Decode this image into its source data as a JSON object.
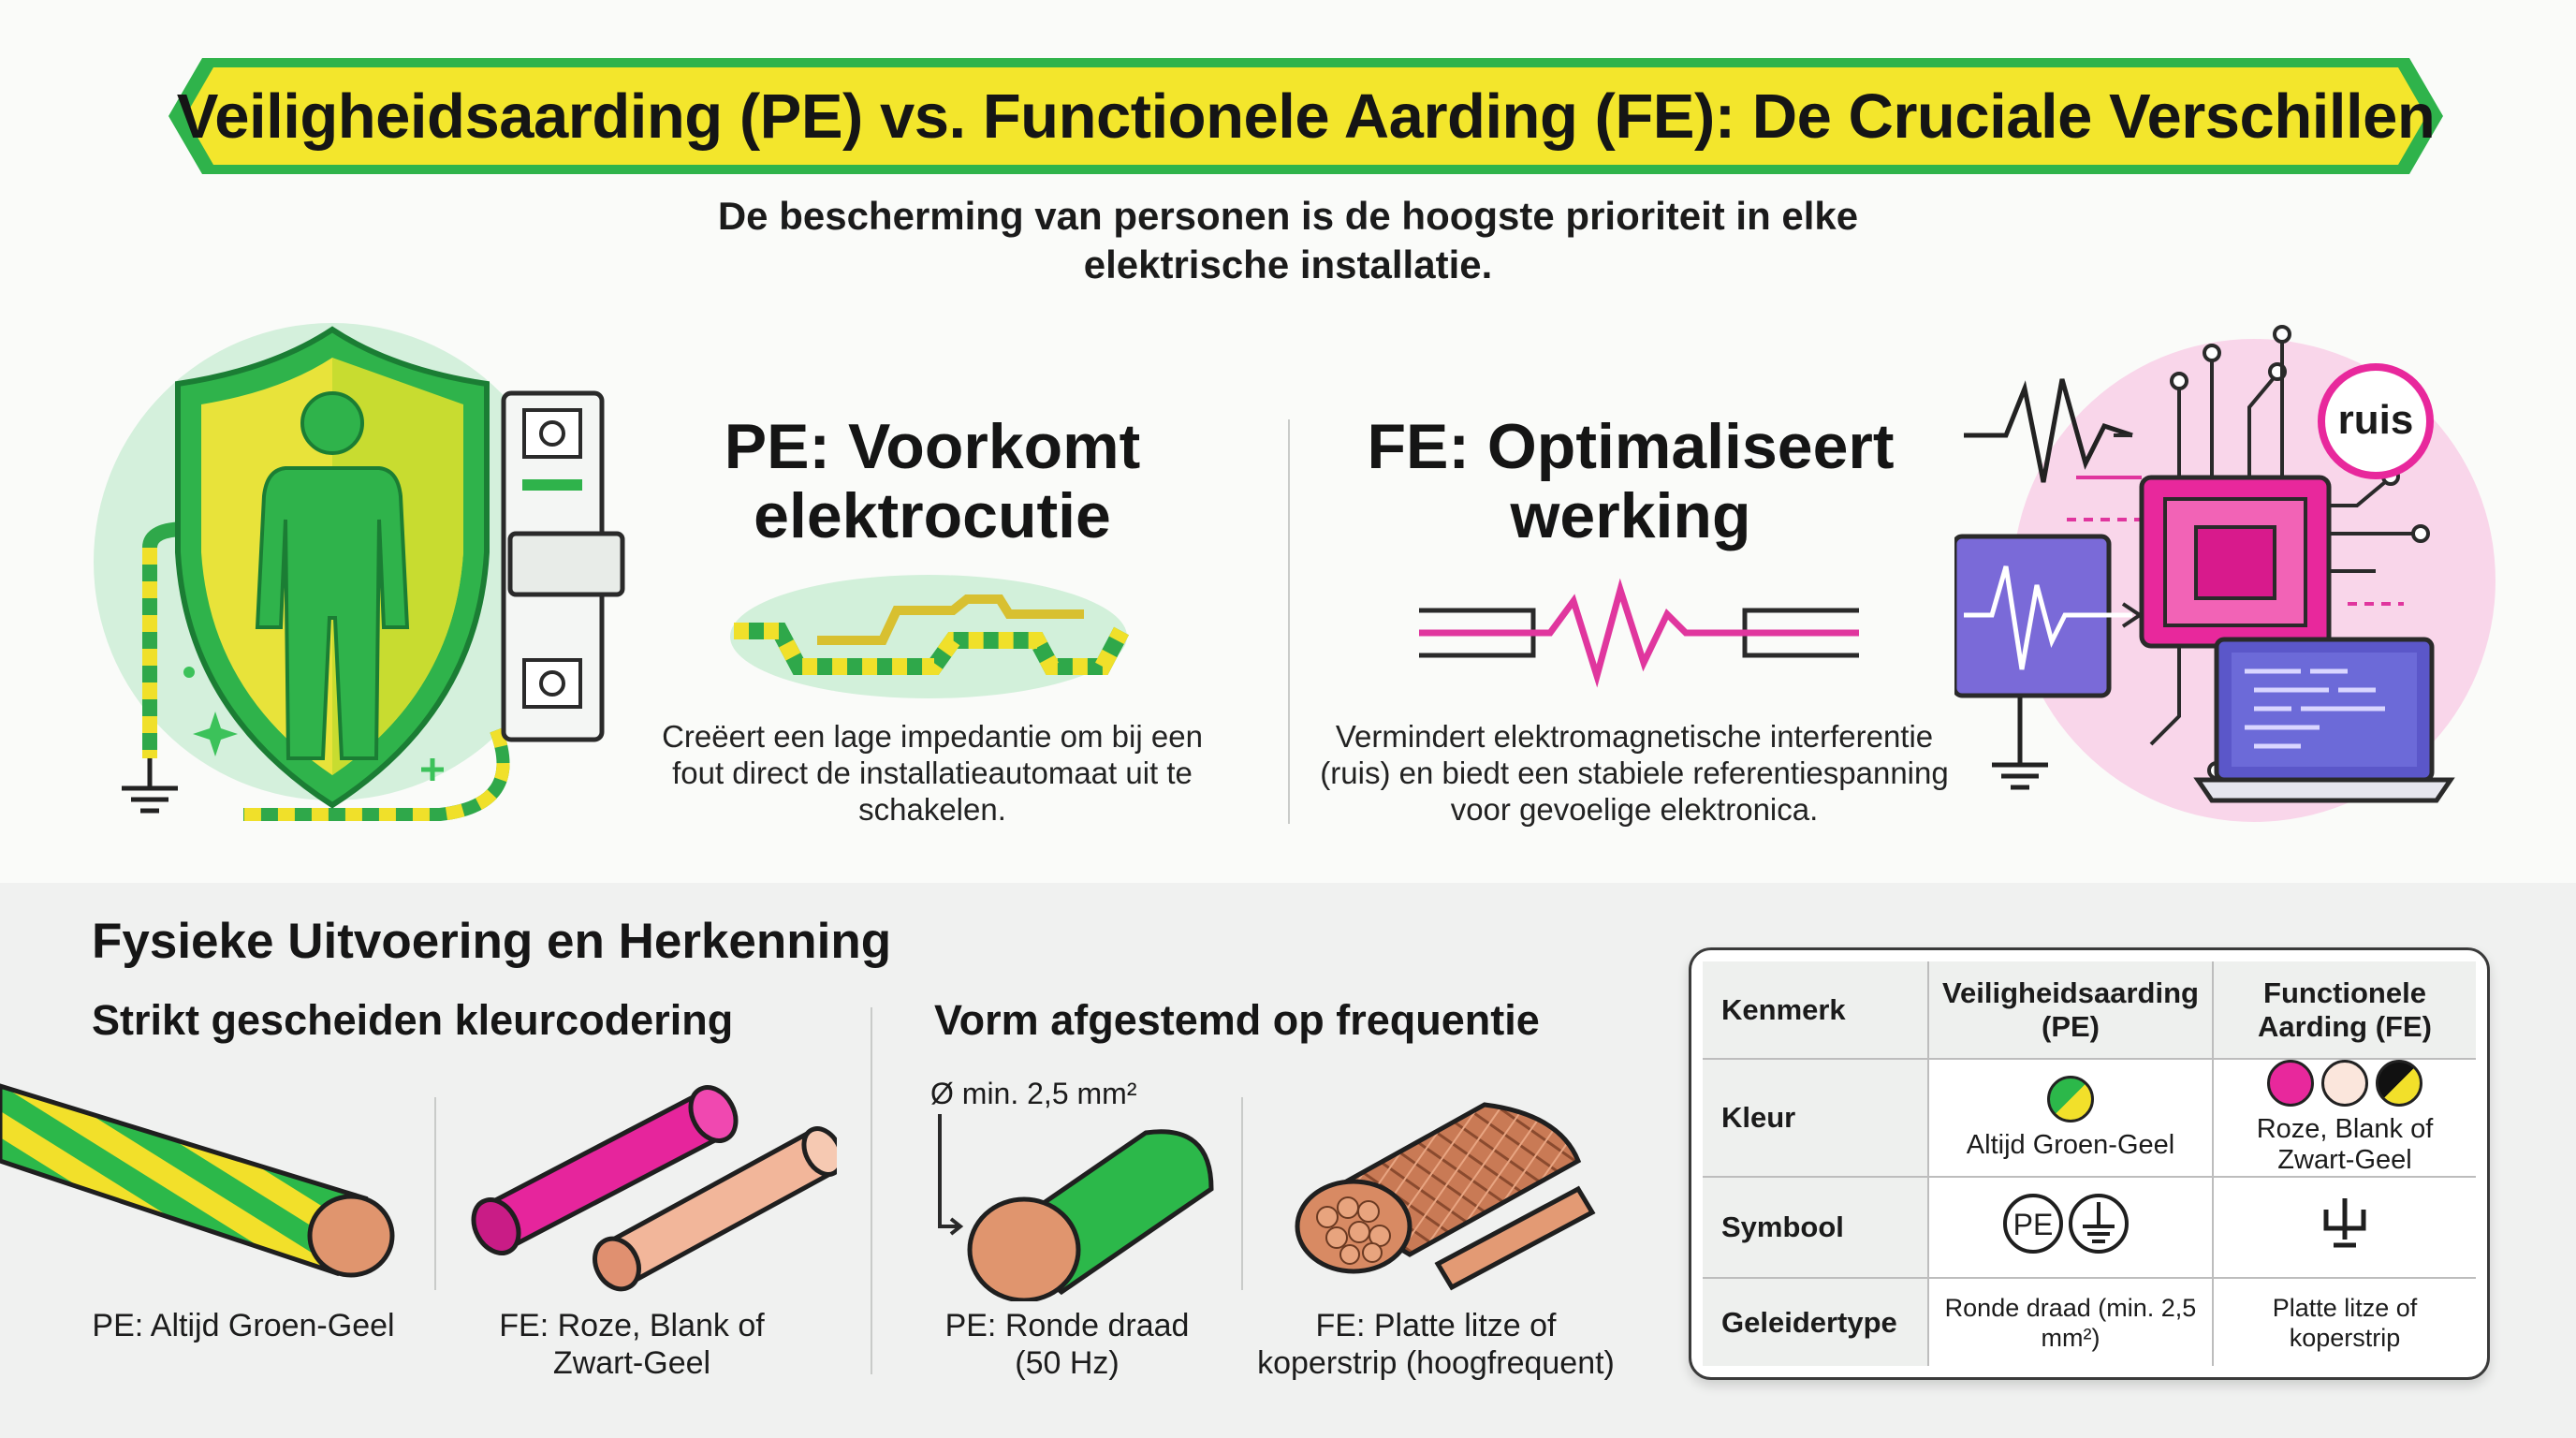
{
  "title": "Veiligheidsaarding (PE) vs. Functionele Aarding (FE): De Cruciale Verschillen",
  "subtitle": "De bescherming van personen is de hoogste prioriteit in elke elektrische installatie.",
  "pe": {
    "heading": "PE: Voorkomt elektrocutie",
    "description": "Creëert een lage impedantie om bij een fout direct de installatieautomaat uit te schakelen."
  },
  "fe": {
    "heading": "FE: Optimaliseert werking",
    "description": "Vermindert elektromagnetische interferentie (ruis) en biedt een stabiele referentiespanning voor gevoelige elektronica.",
    "badge": "ruis"
  },
  "physical": {
    "heading": "Fysieke Uitvoering en Herkenning",
    "colors_heading": "Strikt gescheiden kleurcodering",
    "shape_heading": "Vorm afgestemd op frequentie",
    "pe_color_caption": "PE: Altijd Groen-Geel",
    "fe_color_caption": "FE: Roze, Blank of Zwart-Geel",
    "diameter_label": "Ø min. 2,5 mm²",
    "pe_shape_caption": "PE: Ronde draad (50 Hz)",
    "fe_shape_caption": "FE: Platte litze of koperstrip (hoogfrequent)"
  },
  "table": {
    "headers": [
      "Kenmerk",
      "Veiligheidsaarding (PE)",
      "Functionele Aarding (FE)"
    ],
    "rows": [
      {
        "key": "Kleur",
        "pe": "Altijd Groen-Geel",
        "fe": "Roze, Blank of Zwart-Geel"
      },
      {
        "key": "Symbool",
        "pe": "PE",
        "fe": ""
      },
      {
        "key": "Geleidertype",
        "pe": "Ronde draad (min. 2,5 mm²)",
        "fe": "Platte litze of koperstrip"
      }
    ]
  },
  "colors": {
    "green": "#2cb84a",
    "yellow": "#f2e02a",
    "pink": "#e8289c",
    "copper": "#d98c66"
  }
}
